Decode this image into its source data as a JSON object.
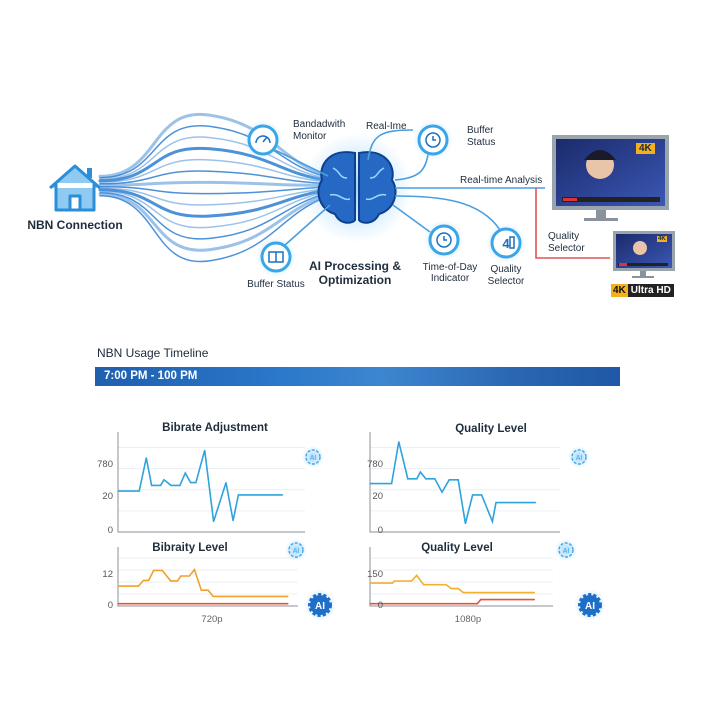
{
  "diagram": {
    "source_label": "NBN Connection",
    "center_label_line1": "AI Processing &",
    "center_label_line2": "Optimization",
    "nodes": [
      {
        "id": "bandwidth",
        "label_line1": "Bandadwith",
        "label_line2": "Monitor",
        "icon": "gauge-icon"
      },
      {
        "id": "buffer-top",
        "label_line1": "Buffer",
        "label_line2": "Status",
        "icon": "clock-icon"
      },
      {
        "id": "buffer-bottom",
        "label_line1": "Buffer Status",
        "label_line2": "",
        "icon": "book-icon"
      },
      {
        "id": "time-of-day",
        "label_line1": "Time-of-Day",
        "label_line2": "Indicator",
        "icon": "clock-icon"
      },
      {
        "id": "quality",
        "label_line1": "Quality",
        "label_line2": "Selector",
        "icon": "4k-icon"
      }
    ],
    "arrow_labels": {
      "realtime_short": "Real-Ime",
      "realtime_analysis": "Real-time Analysis",
      "quality_selector_line1": "Quality",
      "quality_selector_line2": "Selector"
    },
    "tv_badge": "4K",
    "small_tv_badge": "4K",
    "ultra_badge_k": "4K",
    "ultra_badge_text": "Ultra HD",
    "colors": {
      "accent": "#2a8fd8",
      "flow": "#3a86d4",
      "alert": "#e45353",
      "badge": "#f2b01e"
    }
  },
  "timeline": {
    "title": "NBN Usage Timeline",
    "range": "7:00 PM - 100 PM"
  },
  "chart_data": [
    {
      "type": "line",
      "title": "Bibrate Adjustment",
      "y_ticks": [
        "0",
        "20",
        "780"
      ],
      "xlabel": "",
      "color": "#2ea3dc",
      "x": [
        0,
        12,
        16,
        19,
        24,
        26,
        30,
        35,
        38,
        41,
        44,
        49,
        54,
        61,
        65,
        68,
        93
      ],
      "series": [
        {
          "values": [
            43,
            43,
            78,
            49,
            49,
            55,
            49,
            49,
            62,
            52,
            52,
            86,
            11,
            52,
            12,
            39,
            39
          ]
        }
      ]
    },
    {
      "type": "line",
      "title": "Quality Level",
      "y_ticks": [
        "0",
        "20",
        "780"
      ],
      "xlabel": "",
      "color": "#2ea3dc",
      "x": [
        0,
        12,
        16,
        21,
        26,
        28,
        31,
        36,
        40,
        44,
        49,
        53,
        57,
        62,
        68,
        70,
        92
      ],
      "series": [
        {
          "values": [
            51,
            51,
            95,
            56,
            56,
            63,
            56,
            56,
            42,
            55,
            55,
            9,
            39,
            39,
            11,
            31,
            31
          ]
        }
      ]
    },
    {
      "type": "line",
      "title": "Bibraity Level",
      "y_ticks": [
        "0",
        "12"
      ],
      "xlabel": "720p",
      "series": [
        {
          "color": "#f0a030",
          "x": [
            0,
            12,
            15,
            18,
            21,
            26,
            31,
            35,
            37,
            42,
            45,
            49,
            53,
            56,
            100
          ],
          "values": [
            7.7,
            7.7,
            9.9,
            9.9,
            13.8,
            13.8,
            9.7,
            9.7,
            11.6,
            11.6,
            14.1,
            6.1,
            6.1,
            3.7,
            3.7
          ]
        },
        {
          "color": "#e4533c",
          "x": [
            0,
            100
          ],
          "values": [
            0.9,
            0.9
          ]
        }
      ]
    },
    {
      "type": "line",
      "title": "Quality Level",
      "y_ticks": [
        "0",
        "150"
      ],
      "xlabel": "1080p",
      "series": [
        {
          "color": "#f0b030",
          "x": [
            0,
            13,
            14,
            24,
            27,
            31,
            44,
            47,
            51,
            54,
            95
          ],
          "values": [
            111,
            111,
            121,
            121,
            148,
            103,
            103,
            84,
            84,
            65,
            65
          ]
        },
        {
          "color": "#e4533c",
          "x": [
            0,
            62,
            64,
            95
          ],
          "values": [
            11,
            11,
            31,
            31
          ]
        }
      ]
    }
  ]
}
